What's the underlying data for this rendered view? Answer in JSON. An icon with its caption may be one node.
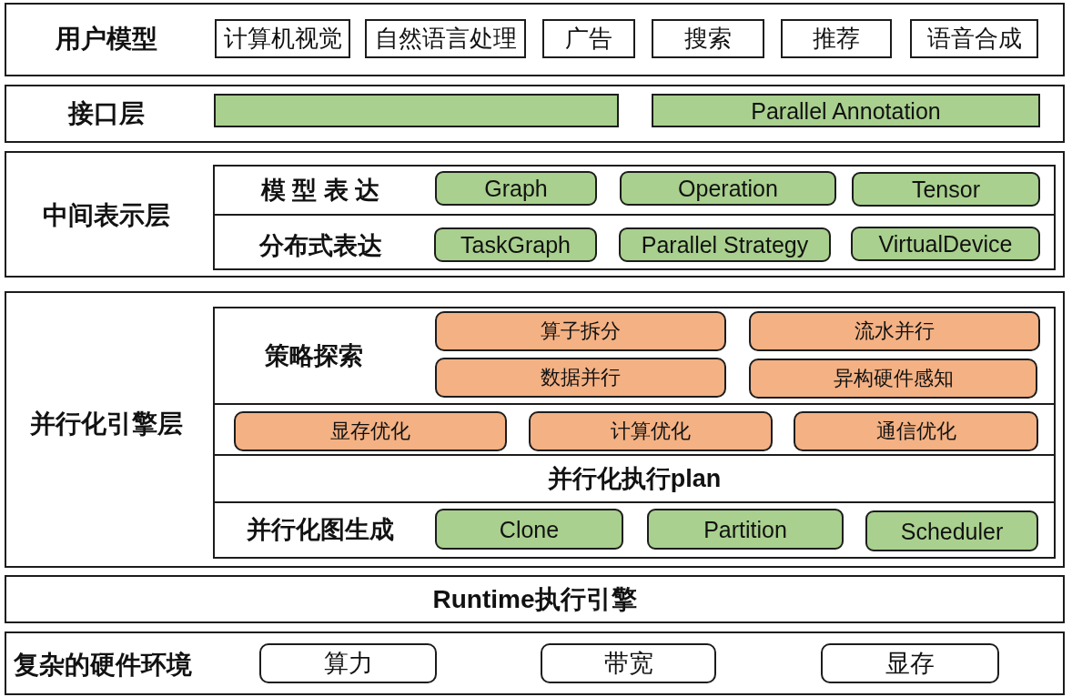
{
  "diagram": {
    "nodes": [
      {
        "text": [
          "用户模型"
        ]
      },
      {
        "text": [
          "计算机视觉"
        ],
        "in": 0
      },
      {
        "text": [
          "自然语言处理"
        ],
        "in": 0
      },
      {
        "text": [
          "广告"
        ],
        "in": 0
      },
      {
        "text": [
          "搜索"
        ],
        "in": 0
      },
      {
        "text": [
          "推荐"
        ],
        "in": 0
      },
      {
        "text": [
          "语音合成"
        ],
        "in": 0
      },
      {
        "text": [
          "接口层"
        ]
      },
      {
        "text": [],
        "shape": "box",
        "in": 7
      },
      {
        "text": [
          "Parallel Annotation"
        ],
        "in": 7
      },
      {
        "text": [
          "中间表示层"
        ]
      },
      {
        "text": [
          "模 型 表 达"
        ],
        "in": 10
      },
      {
        "text": [
          "Graph"
        ],
        "in": 11
      },
      {
        "text": [
          "Operation"
        ],
        "in": 11
      },
      {
        "text": [
          "Tensor"
        ],
        "in": 11
      },
      {
        "text": [
          "分布式表达"
        ],
        "in": 10
      },
      {
        "text": [
          "TaskGraph"
        ],
        "in": 15
      },
      {
        "text": [
          "Parallel Strategy"
        ],
        "in": 15
      },
      {
        "text": [
          "VirtualDevice"
        ],
        "in": 15
      },
      {
        "text": [
          "并行化引擎层"
        ]
      },
      {
        "text": [
          "策略探索"
        ],
        "in": 19
      },
      {
        "text": [
          "算子拆分"
        ],
        "in": 20
      },
      {
        "text": [
          "流水并行"
        ],
        "in": 20
      },
      {
        "text": [
          "数据并行"
        ],
        "in": 20
      },
      {
        "text": [
          "异构硬件感知"
        ],
        "in": 20
      },
      {
        "text": [],
        "shape": "box",
        "in": 19
      },
      {
        "text": [
          "显存优化"
        ],
        "in": 25
      },
      {
        "text": [
          "计算优化"
        ],
        "in": 25
      },
      {
        "text": [
          "通信优化"
        ],
        "in": 25
      },
      {
        "text": [
          "并行化执行plan"
        ],
        "in": 19
      },
      {
        "text": [
          "并行化图生成"
        ],
        "in": 19
      },
      {
        "text": [
          "Clone"
        ],
        "in": 30
      },
      {
        "text": [
          "Partition"
        ],
        "in": 30
      },
      {
        "text": [
          "Scheduler"
        ],
        "in": 30
      },
      {
        "text": [
          "Runtime执行引擎"
        ]
      },
      {
        "text": [
          "复杂的硬件环境"
        ]
      },
      {
        "text": [
          "算力"
        ],
        "in": 35
      },
      {
        "text": [
          "带宽"
        ],
        "in": 35
      },
      {
        "text": [
          "显存"
        ],
        "in": 35
      }
    ]
  }
}
